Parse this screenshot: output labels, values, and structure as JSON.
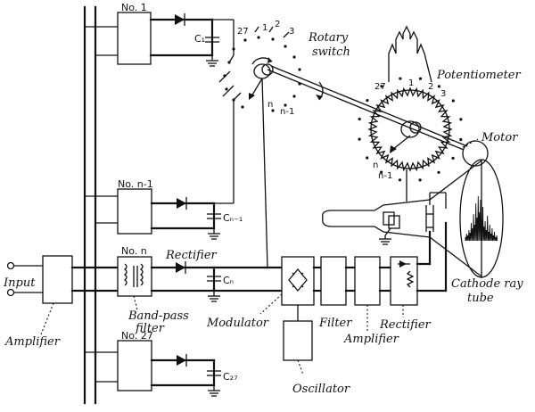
{
  "labels": {
    "input": "Input",
    "amplifier_in": "Amplifier",
    "band_pass_filter": [
      "Band-pass",
      "filter"
    ],
    "rectifier_top": "Rectifier",
    "modulator": "Modulator",
    "filter": "Filter",
    "amplifier_mid": "Amplifier",
    "rectifier_bottom": "Rectifier",
    "oscillator": "Oscillator",
    "cathode_ray_tube": [
      "Cathode ray",
      "tube"
    ],
    "rotary_switch": [
      "Rotary",
      "switch"
    ],
    "potentiometer": "Potentiometer",
    "motor": "Motor"
  },
  "channels": {
    "no1": "No. 1",
    "no_n1": "No. n-1",
    "no_n": "No. n",
    "no27": "No. 27"
  },
  "capacitors": {
    "c1": "C₁",
    "cn1": "Cₙ₋₁",
    "cn": "Cₙ",
    "c27": "C₂₇"
  },
  "switch_contacts": {
    "c27": "27",
    "c1": "1",
    "c2": "2",
    "c3": "3",
    "cn": "n",
    "cn1": "n-1"
  },
  "pot_contacts": {
    "p27": "27",
    "p1": "1",
    "p2": "2",
    "p3": "3",
    "pn": "n",
    "pn1": "n-1"
  }
}
